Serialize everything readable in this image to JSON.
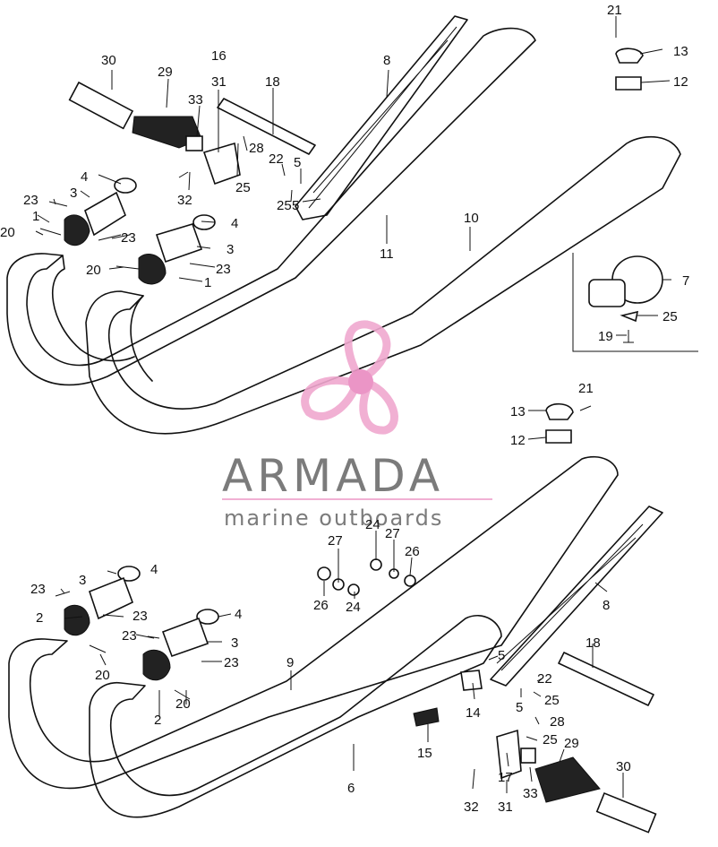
{
  "watermark": {
    "brand": "ARMADA",
    "tagline": "marine outboards",
    "colors": {
      "logo": "#f0a8cf",
      "logo_dark": "#e98ac0",
      "text": "#6d6d6d"
    }
  },
  "callouts": [
    {
      "id": "c30a",
      "text": "30"
    },
    {
      "id": "c29a",
      "text": "29"
    },
    {
      "id": "c33a",
      "text": "33"
    },
    {
      "id": "c16",
      "text": "16"
    },
    {
      "id": "c31a",
      "text": "31"
    },
    {
      "id": "c18a",
      "text": "18"
    },
    {
      "id": "c28a",
      "text": "28"
    },
    {
      "id": "c8a",
      "text": "8"
    },
    {
      "id": "c21a",
      "text": "21"
    },
    {
      "id": "c13a",
      "text": "13"
    },
    {
      "id": "c12a",
      "text": "12"
    },
    {
      "id": "c22a",
      "text": "22"
    },
    {
      "id": "c5a",
      "text": "5"
    },
    {
      "id": "c25a",
      "text": "25"
    },
    {
      "id": "c25b",
      "text": "25"
    },
    {
      "id": "c5b",
      "text": "5"
    },
    {
      "id": "c32a",
      "text": "32"
    },
    {
      "id": "c4a",
      "text": "4"
    },
    {
      "id": "c3a",
      "text": "3"
    },
    {
      "id": "c23a",
      "text": "23"
    },
    {
      "id": "c1a",
      "text": "1"
    },
    {
      "id": "c20a",
      "text": "20"
    },
    {
      "id": "c23b",
      "text": "23"
    },
    {
      "id": "c4b",
      "text": "4"
    },
    {
      "id": "c3b",
      "text": "3"
    },
    {
      "id": "c23c",
      "text": "23"
    },
    {
      "id": "c20b",
      "text": "20"
    },
    {
      "id": "c1b",
      "text": "1"
    },
    {
      "id": "c11",
      "text": "11"
    },
    {
      "id": "c10",
      "text": "10"
    },
    {
      "id": "c7",
      "text": "7"
    },
    {
      "id": "c25c",
      "text": "25"
    },
    {
      "id": "c19",
      "text": "19"
    },
    {
      "id": "c21b",
      "text": "21"
    },
    {
      "id": "c13b",
      "text": "13"
    },
    {
      "id": "c12b",
      "text": "12"
    },
    {
      "id": "c27a",
      "text": "27"
    },
    {
      "id": "c24a",
      "text": "24"
    },
    {
      "id": "c27b",
      "text": "27"
    },
    {
      "id": "c26a",
      "text": "26"
    },
    {
      "id": "c26b",
      "text": "26"
    },
    {
      "id": "c24b",
      "text": "24"
    },
    {
      "id": "c8b",
      "text": "8"
    },
    {
      "id": "c3c",
      "text": "3"
    },
    {
      "id": "c4c",
      "text": "4"
    },
    {
      "id": "c23d",
      "text": "23"
    },
    {
      "id": "c2a",
      "text": "2"
    },
    {
      "id": "c23e",
      "text": "23"
    },
    {
      "id": "c4d",
      "text": "4"
    },
    {
      "id": "c23f",
      "text": "23"
    },
    {
      "id": "c3d",
      "text": "3"
    },
    {
      "id": "c23g",
      "text": "23"
    },
    {
      "id": "c20c",
      "text": "20"
    },
    {
      "id": "c9",
      "text": "9"
    },
    {
      "id": "c5c",
      "text": "5"
    },
    {
      "id": "c18b",
      "text": "18"
    },
    {
      "id": "c22b",
      "text": "22"
    },
    {
      "id": "c2b",
      "text": "2"
    },
    {
      "id": "c20d",
      "text": "20"
    },
    {
      "id": "c14",
      "text": "14"
    },
    {
      "id": "c5d",
      "text": "5"
    },
    {
      "id": "c25d",
      "text": "25"
    },
    {
      "id": "c28b",
      "text": "28"
    },
    {
      "id": "c25e",
      "text": "25"
    },
    {
      "id": "c29b",
      "text": "29"
    },
    {
      "id": "c6",
      "text": "6"
    },
    {
      "id": "c15",
      "text": "15"
    },
    {
      "id": "c30b",
      "text": "30"
    },
    {
      "id": "c32b",
      "text": "32"
    },
    {
      "id": "c17",
      "text": "17"
    },
    {
      "id": "c31b",
      "text": "31"
    },
    {
      "id": "c33b",
      "text": "33"
    }
  ]
}
